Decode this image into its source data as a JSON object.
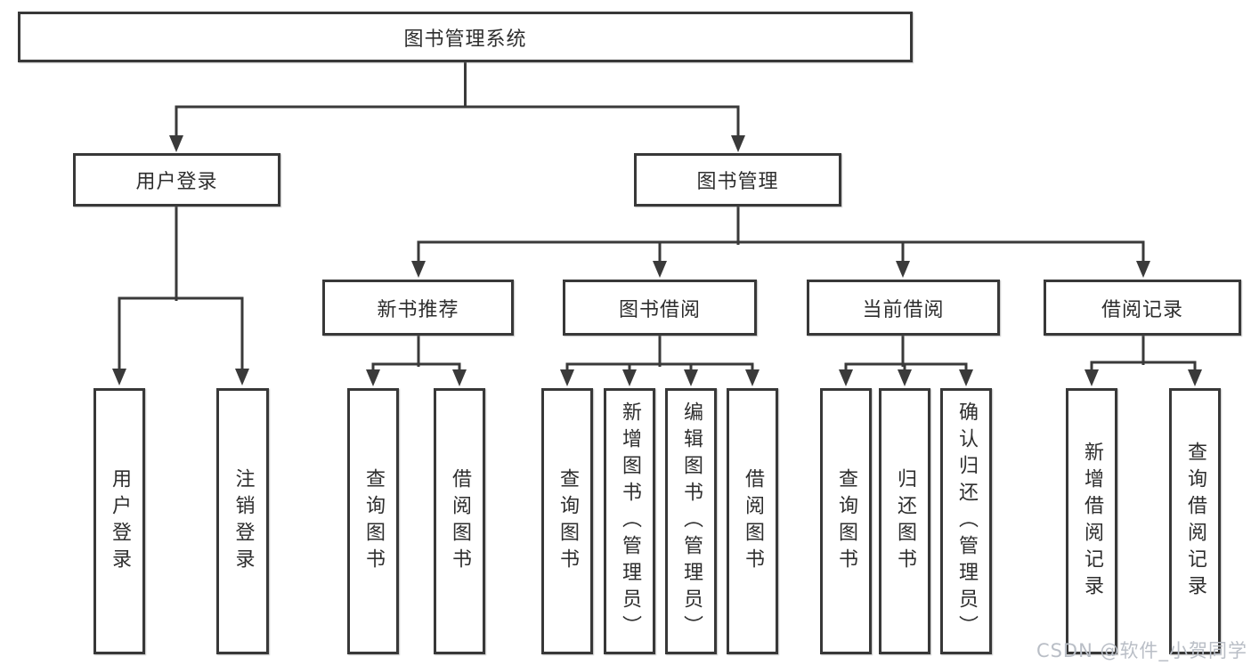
{
  "diagram": {
    "title_node": {
      "label": "图书管理系统"
    },
    "level2": [
      {
        "label": "用户登录"
      },
      {
        "label": "图书管理"
      }
    ],
    "level3": [
      {
        "label": "新书推荐"
      },
      {
        "label": "图书借阅"
      },
      {
        "label": "当前借阅"
      },
      {
        "label": "借阅记录"
      }
    ],
    "leaves": [
      {
        "parent": "用户登录",
        "label": "用户登录"
      },
      {
        "parent": "用户登录",
        "label": "注销登录"
      },
      {
        "parent": "新书推荐",
        "label": "查询图书"
      },
      {
        "parent": "新书推荐",
        "label": "借阅图书"
      },
      {
        "parent": "图书借阅",
        "label": "查询图书"
      },
      {
        "parent": "图书借阅",
        "label": "新增图书（管理员）"
      },
      {
        "parent": "图书借阅",
        "label": "编辑图书（管理员）"
      },
      {
        "parent": "图书借阅",
        "label": "借阅图书"
      },
      {
        "parent": "当前借阅",
        "label": "查询图书"
      },
      {
        "parent": "当前借阅",
        "label": "归还图书"
      },
      {
        "parent": "当前借阅",
        "label": "确认归还（管理员）"
      },
      {
        "parent": "借阅记录",
        "label": "新增借阅记录"
      },
      {
        "parent": "借阅记录",
        "label": "查询借阅记录"
      }
    ],
    "watermark": "CSDN @软件_小贺同学",
    "colors": {
      "line": "#3a3a3a",
      "border": "#383838",
      "text": "#2e2e2e",
      "watermark": "#b9bec6",
      "background": "#ffffff"
    }
  }
}
